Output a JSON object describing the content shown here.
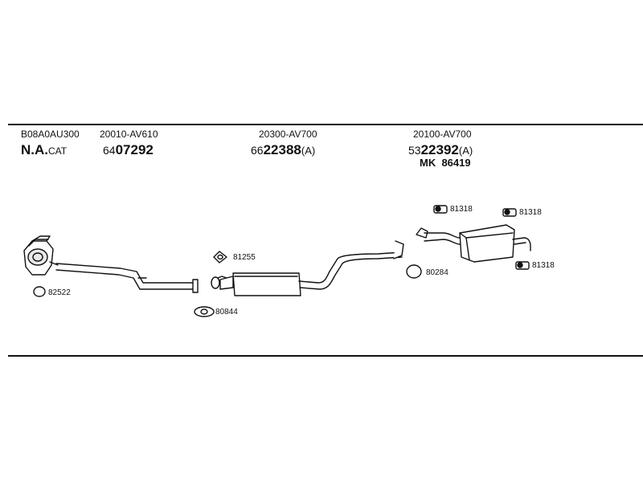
{
  "header": {
    "engine_code": "B08A0AU300",
    "engine_type_bold": "N.A.",
    "engine_type_suffix": "CAT",
    "sections": [
      {
        "oem": "20010-AV610",
        "ref_prefix": "64",
        "ref_main": "07292",
        "ref_suffix": ""
      },
      {
        "oem": "20300-AV700",
        "ref_prefix": "66",
        "ref_main": "22388",
        "ref_suffix": "(A)"
      },
      {
        "oem": "20100-AV700",
        "ref_prefix": "53",
        "ref_main": "22392",
        "ref_suffix": "(A)",
        "kit_label": "MK",
        "kit_number": "86419"
      }
    ]
  },
  "parts": {
    "gasket_front": "82522",
    "flange_ring": "81255",
    "gasket_mid": "80844",
    "gasket_rear": "80284",
    "hanger_top_left": "81318",
    "hanger_top_right": "81318",
    "hanger_bottom_right": "81318"
  }
}
